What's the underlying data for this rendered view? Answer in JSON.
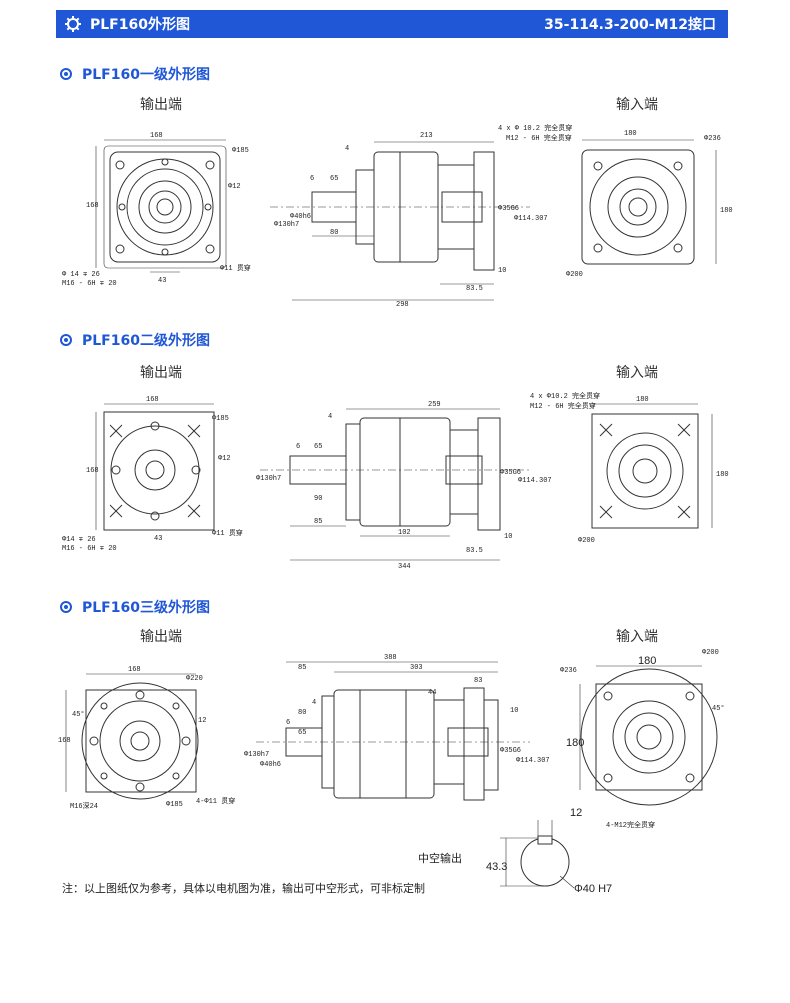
{
  "header": {
    "title": "PLF160外形图",
    "interface": "35-114.3-200-M12接口"
  },
  "sections": [
    {
      "title": "PLF160一级外形图",
      "output_label": "输出端",
      "input_label": "输入端"
    },
    {
      "title": "PLF160二级外形图",
      "output_label": "输出端",
      "input_label": "输入端"
    },
    {
      "title": "PLF160三级外形图",
      "output_label": "输出端",
      "input_label": "输入端"
    }
  ],
  "drawing1": {
    "out_square": "168",
    "out_dia": "Φ185",
    "out_bore": "Φ12",
    "out_h": "168",
    "out_key": "43",
    "out_note1": "Φ 14 ∓ 26",
    "out_note2": "M16 - 6H ∓ 20",
    "out_hole": "Φ11 贯穿",
    "side_total": "213",
    "side_four": "4",
    "side_six": "6",
    "side_65": "65",
    "side_80": "80",
    "side_130": "Φ130h7",
    "side_40": "Φ40h6",
    "side_35": "Φ35G6",
    "side_114": "Φ114.307",
    "side_10": "10",
    "side_83": "83.5",
    "side_298": "298",
    "in_note1": "4 x Φ 10.2 完全贯穿",
    "in_note2": "M12 - 6H 完全贯穿",
    "in_square": "180",
    "in_dia": "Φ236",
    "in_pcd": "Φ200",
    "in_h": "180"
  },
  "drawing2": {
    "out_square": "168",
    "out_dia": "Φ185",
    "out_bore": "Φ12",
    "out_h": "168",
    "out_key": "43",
    "out_note1": "Φ14 ∓ 26",
    "out_note2": "M16 - 6H ∓ 20",
    "out_hole": "Φ11 贯穿",
    "side_total": "259",
    "side_four": "4",
    "side_six": "6",
    "side_65": "65",
    "side_90": "90",
    "side_85": "85",
    "side_102": "102",
    "side_83": "83.5",
    "side_344": "344",
    "side_10": "10",
    "side_130": "Φ130h7",
    "side_35": "Φ35G6",
    "side_114": "Φ114.307",
    "in_note1": "4 x Φ10.2 完全贯穿",
    "in_note2": "M12 - 6H 完全贯穿",
    "in_square": "180",
    "in_h": "180",
    "in_pcd": "Φ200"
  },
  "drawing3": {
    "out_square": "168",
    "out_dia": "Φ220",
    "out_angle": "45°",
    "out_key": "12",
    "out_h": "168",
    "out_note1": "M16深24",
    "out_pcd": "Φ185",
    "out_hole": "4-Φ11 贯穿",
    "side_388": "388",
    "side_85": "85",
    "side_303": "303",
    "side_83": "83",
    "side_44": "44",
    "side_four": "4",
    "side_80": "80",
    "side_6": "6",
    "side_65": "65",
    "side_10": "10",
    "side_130": "Φ130h7",
    "side_40": "Φ40h6",
    "side_35": "Φ35G6",
    "side_114": "Φ114.307",
    "in_dia": "Φ236",
    "in_pcd": "Φ200",
    "in_square": "180",
    "in_h": "180",
    "in_angle": "45°",
    "in_note": "4-M12完全贯穿",
    "hollow_label": "中空输出",
    "hollow_12": "12",
    "hollow_43": "43.3",
    "hollow_40": "Φ40 H7"
  },
  "footnote": "注：以上图纸仅为参考，具体以电机图为准，输出可中空形式，可非标定制"
}
